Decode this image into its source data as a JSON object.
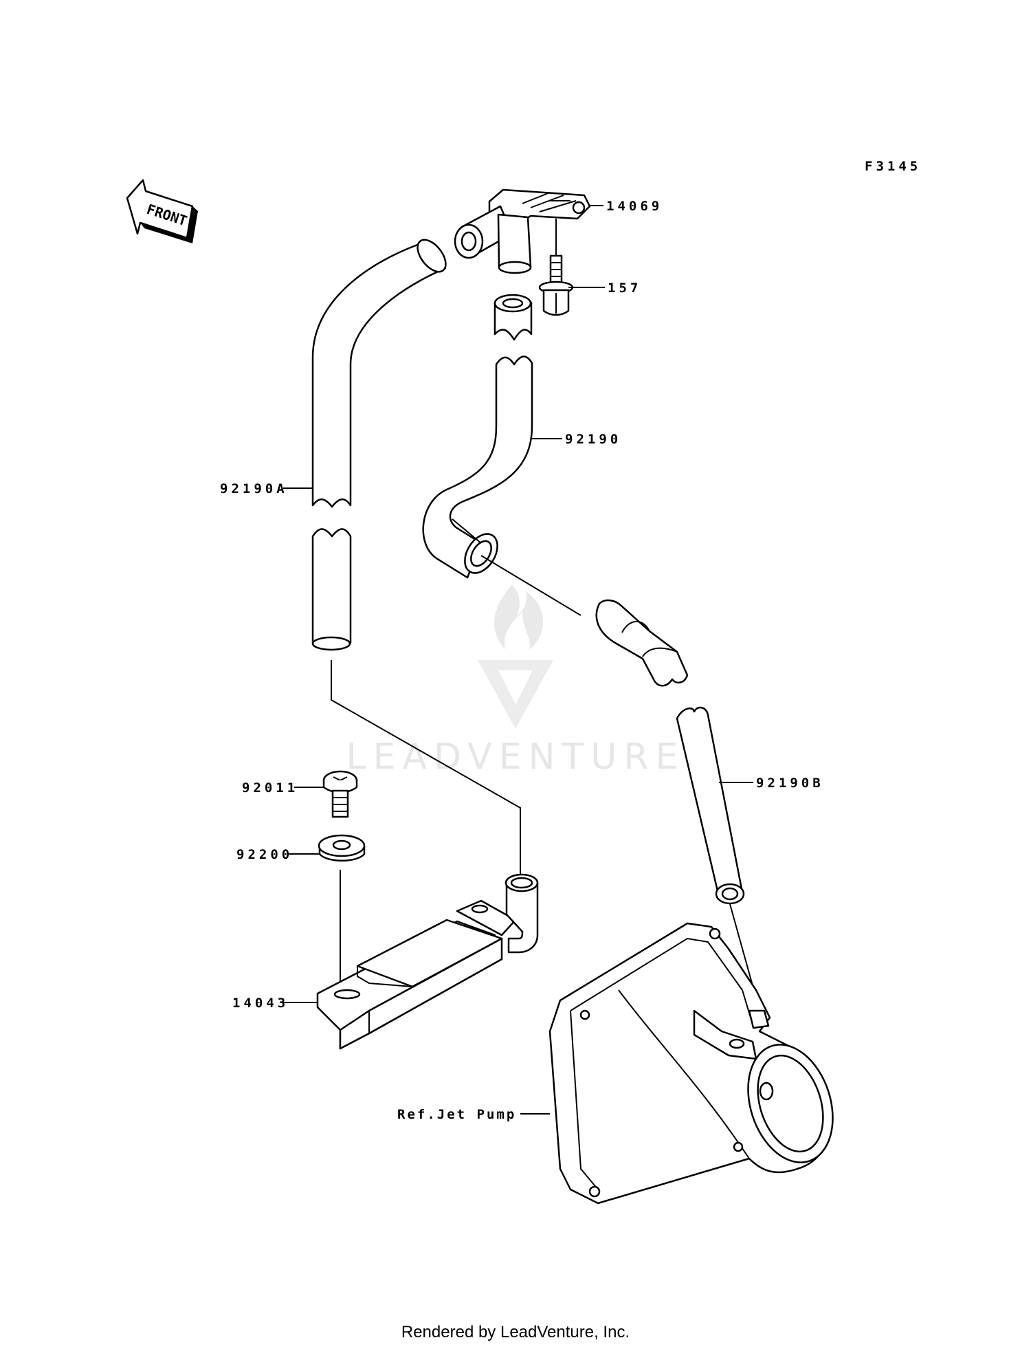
{
  "figure_code": "F3145",
  "front_arrow_text": "FRONT",
  "watermark_text": "LEADVENTURE",
  "footer_text": "Rendered by LeadVenture, Inc.",
  "labels": {
    "p14069": "14069",
    "p157": "157",
    "p92190": "92190",
    "p92190A": "92190A",
    "p92190B": "92190B",
    "p92011": "92011",
    "p92200": "92200",
    "p14043": "14043",
    "ref_jet_pump": "Ref.Jet Pump"
  }
}
